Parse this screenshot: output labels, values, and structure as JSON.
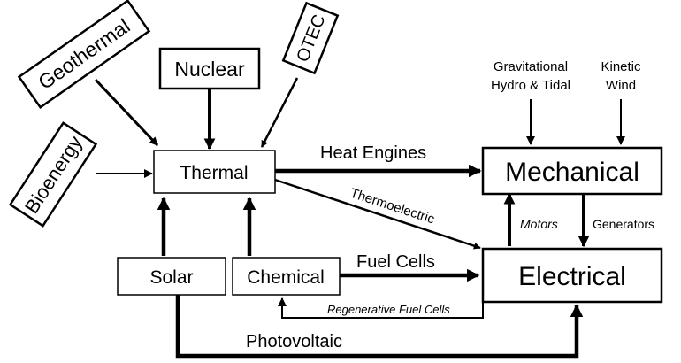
{
  "nodes": {
    "geothermal": "Geothermal",
    "nuclear": "Nuclear",
    "otec": "OTEC",
    "bioenergy": "Bioenergy",
    "thermal": "Thermal",
    "solar": "Solar",
    "chemical": "Chemical",
    "mechanical": "Mechanical",
    "electrical": "Electrical"
  },
  "sources": {
    "gravitational_line1": "Gravitational",
    "gravitational_line2": "Hydro & Tidal",
    "kinetic_line1": "Kinetic",
    "kinetic_line2": "Wind"
  },
  "edges": {
    "heat_engines": "Heat Engines",
    "thermoelectric": "Thermoelectric",
    "motors": "Motors",
    "generators": "Generators",
    "fuel_cells": "Fuel Cells",
    "regenerative_fuel_cells": "Regenerative Fuel Cells",
    "photovoltaic": "Photovoltaic"
  },
  "colors": {
    "stroke": "#000000",
    "background": "#ffffff"
  }
}
